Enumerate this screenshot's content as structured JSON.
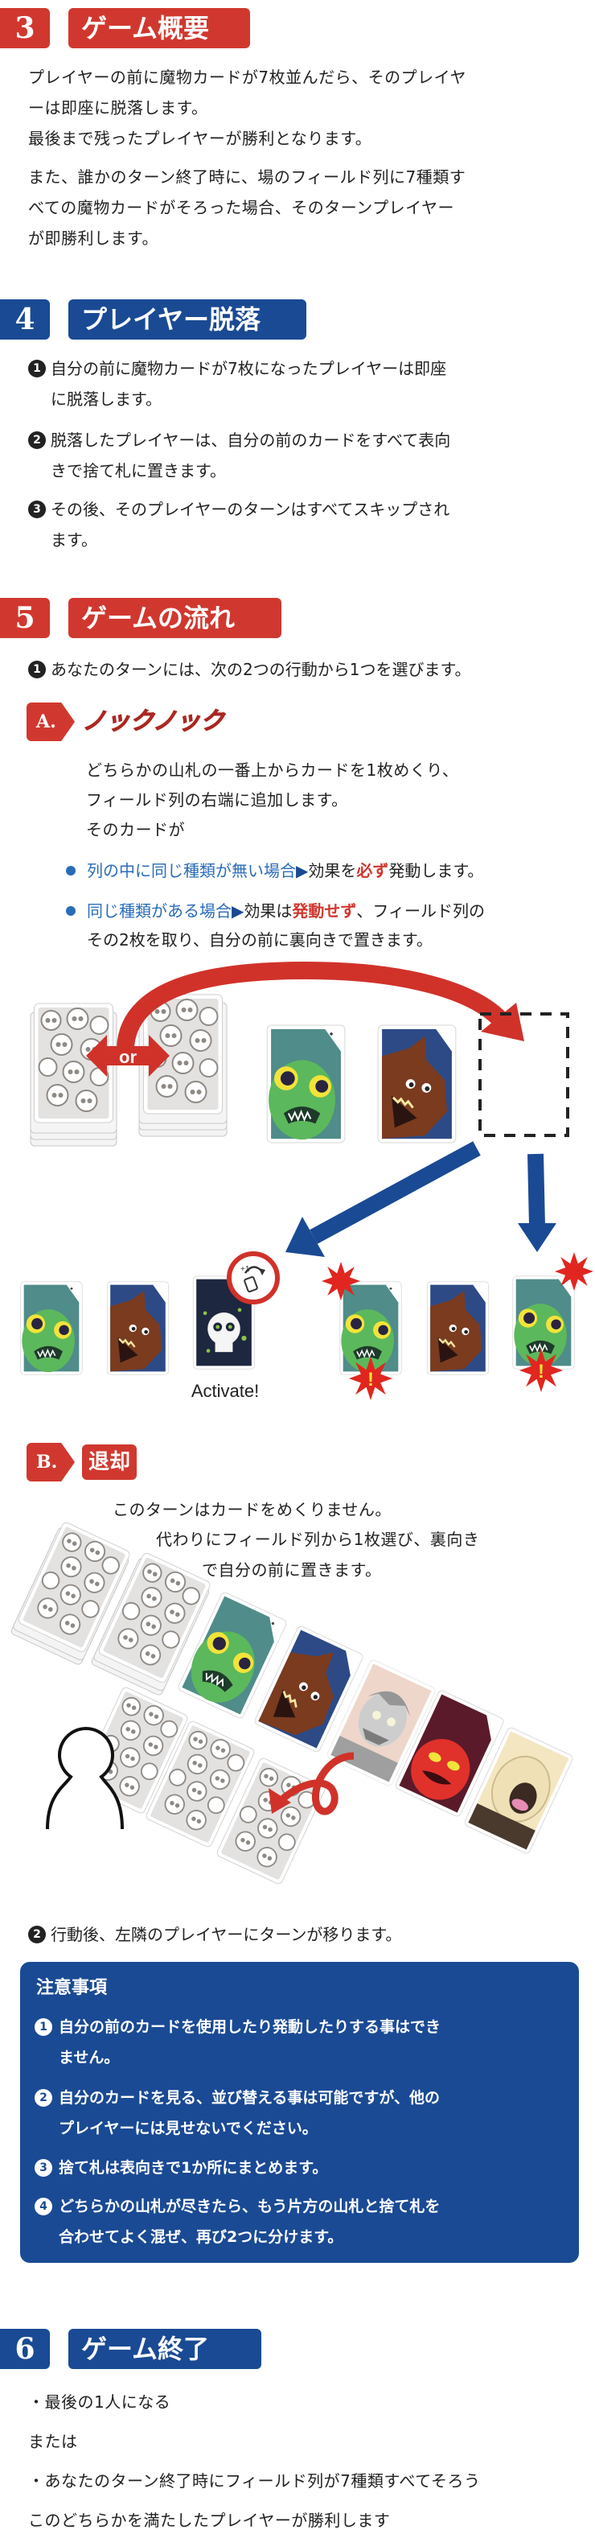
{
  "s3": {
    "number": "3",
    "title": "ゲーム概要",
    "p1": [
      "プレイヤーの前に魔物カードが7枚並んだら、そのプレイヤ",
      "ーは即座に脱落します。",
      "最後まで残ったプレイヤーが勝利となります。"
    ],
    "p2": [
      "また、誰かのターン終了時に、場のフィールド列に7種類す",
      "べての魔物カードがそろった場合、そのターンプレイヤー",
      "が即勝利します。"
    ]
  },
  "s4": {
    "number": "4",
    "title": "プレイヤー脱落",
    "items": [
      {
        "n": "1",
        "lines": [
          "自分の前に魔物カードが7枚になったプレイヤーは即座",
          "に脱落します。"
        ]
      },
      {
        "n": "2",
        "lines": [
          "脱落したプレイヤーは、自分の前のカードをすべて表向",
          "きで捨て札に置きます。"
        ]
      },
      {
        "n": "3",
        "lines": [
          "その後、そのプレイヤーのターンはすべてスキップされ",
          "ます。"
        ]
      }
    ]
  },
  "s5": {
    "number": "5",
    "title": "ゲームの流れ",
    "step1": {
      "n": "1",
      "text": "あなたのターンには、次の2つの行動から1つを選びます。"
    },
    "a": {
      "badge": "A.",
      "name": "ノックノック",
      "lines": [
        "どちらかの山札の一番上からカードを1枚めくり、",
        "フィールド列の右端に追加します。",
        "そのカードが"
      ],
      "bullet1": {
        "cond": "列の中に同じ種類が無い場合",
        "arrow": "▶",
        "t1": "効果を",
        "em": "必ず",
        "t2": "発動します。"
      },
      "bullet2": {
        "cond": "同じ種類がある場合",
        "arrow": "▶",
        "t1": "効果は",
        "em": "発動せず",
        "t2": "、フィールド列の",
        "line2": "その2枚を取り、自分の前に裏向きで置きます。"
      },
      "illustration": {
        "or": "or",
        "activate": "Activate!",
        "plus": "+1"
      }
    },
    "b": {
      "badge": "B.",
      "name": "退却",
      "lines": [
        "このターンはカードをめくりません。",
        "代わりにフィールド列から1枚選び、裏向き",
        "で自分の前に置きます。"
      ]
    },
    "step2": {
      "n": "2",
      "text": "行動後、左隣のプレイヤーにターンが移ります。"
    }
  },
  "note": {
    "title": "注意事項",
    "items": [
      {
        "n": "1",
        "lines": [
          "自分の前のカードを使用したり発動したりする事はでき",
          "ません。"
        ]
      },
      {
        "n": "2",
        "lines": [
          "自分のカードを見る、並び替える事は可能ですが、他の",
          "プレイヤーには見せないでください。"
        ]
      },
      {
        "n": "3",
        "lines": [
          "捨て札は表向きで1か所にまとめます。"
        ]
      },
      {
        "n": "4",
        "lines": [
          "どちらかの山札が尽きたら、もう片方の山札と捨て札を",
          "合わせてよく混ぜ、再び2つに分けます。"
        ]
      }
    ]
  },
  "s6": {
    "number": "6",
    "title": "ゲーム終了",
    "lines": [
      "・最後の1人になる",
      "または",
      "・あなたのターン終了時にフィールド列が7種類すべてそろう",
      "このどちらかを満たしたプレイヤーが勝利します"
    ]
  },
  "colors": {
    "red": "#d0382f",
    "blue": "#1a4a94",
    "link": "#2a6cb8"
  }
}
